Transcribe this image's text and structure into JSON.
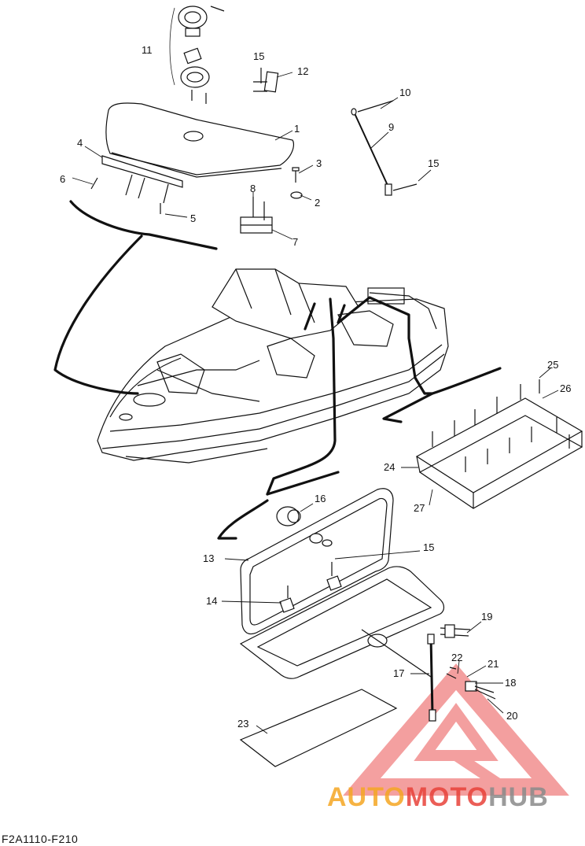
{
  "callouts": [
    "1",
    "2",
    "3",
    "4",
    "5",
    "6",
    "7",
    "8",
    "9",
    "10",
    "11",
    "12",
    "13",
    "14",
    "15",
    "15",
    "15",
    "16",
    "17",
    "18",
    "19",
    "20",
    "21",
    "22",
    "23",
    "24",
    "25",
    "26",
    "27"
  ],
  "diagram_code": "F2A1110-F210",
  "watermark": {
    "part1": "AUTO",
    "part2": "MOTO",
    "part3": "HUB",
    "color_orange": "#f5a623",
    "color_red": "#e8423a",
    "color_gray": "#8a8a8a"
  }
}
